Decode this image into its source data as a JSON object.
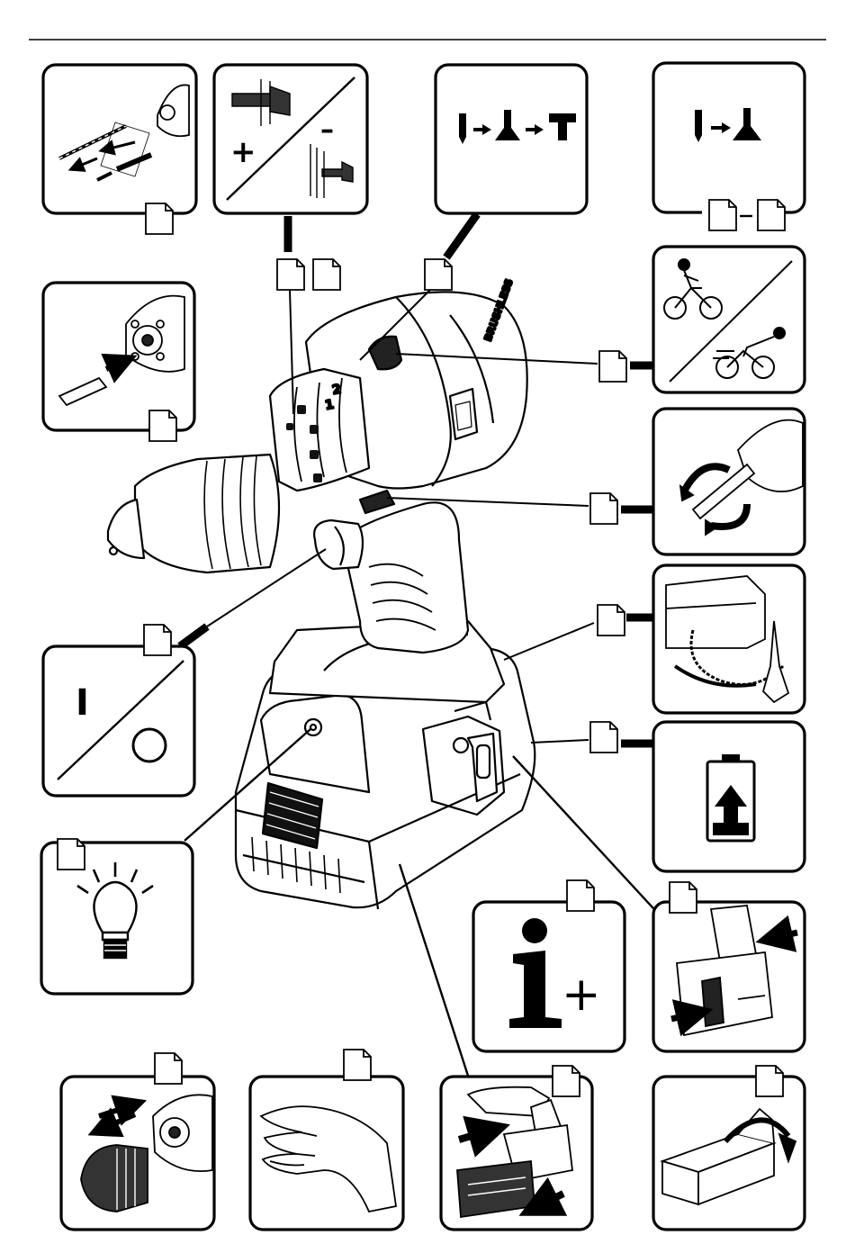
{
  "document": {
    "type": "instruction-manual-overview-page"
  },
  "tool": {
    "brand_text": "BRUSHLESS",
    "speed_marks": [
      "1",
      "2"
    ]
  },
  "panels": [
    {
      "id": "bit-change",
      "icon": "drill-bit-insertion-icon"
    },
    {
      "id": "torque-setting",
      "icon": "screw-torque-plus-minus-icon",
      "plus": "+",
      "minus": "–"
    },
    {
      "id": "mode-selector",
      "icon": "drill-screw-hammer-mode-icon"
    },
    {
      "id": "mode-selector-2",
      "icon": "drill-screw-mode-icon"
    },
    {
      "id": "bit-holder",
      "icon": "bit-holder-insert-icon"
    },
    {
      "id": "gear-selector",
      "icon": "slow-fast-cyclist-icon"
    },
    {
      "id": "rotation-direction",
      "icon": "rotation-direction-icon"
    },
    {
      "id": "tool-lanyard",
      "icon": "tool-lanyard-icon"
    },
    {
      "id": "on-off-switch",
      "icon": "on-off-switch-icon",
      "on": "I",
      "off": "O"
    },
    {
      "id": "battery-capacity",
      "icon": "battery-charge-indicator-icon"
    },
    {
      "id": "work-light",
      "icon": "work-light-bulb-icon"
    },
    {
      "id": "more-info",
      "icon": "info-plus-icon",
      "plus": "+"
    },
    {
      "id": "belt-clip",
      "icon": "belt-clip-icon"
    },
    {
      "id": "chuck-removal",
      "icon": "chuck-removal-icon"
    },
    {
      "id": "vibration-hand",
      "icon": "hand-arm-vibration-icon"
    },
    {
      "id": "battery-remove",
      "icon": "battery-remove-icon"
    },
    {
      "id": "unboxing",
      "icon": "box-open-icon"
    }
  ]
}
